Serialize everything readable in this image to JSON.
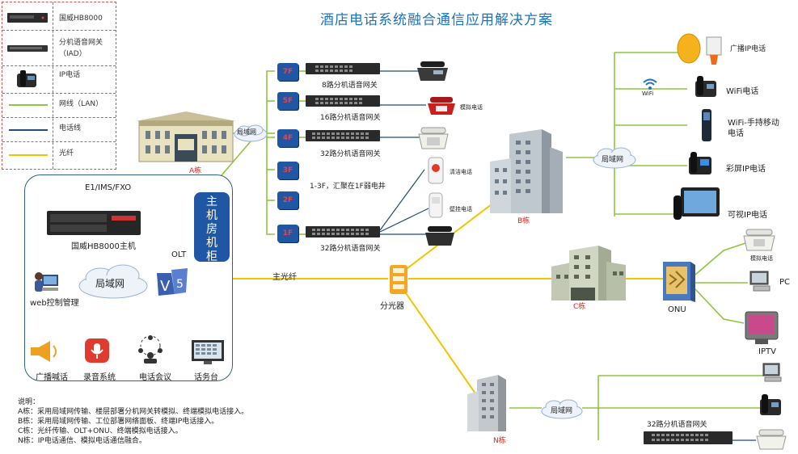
{
  "title": "酒店电话系统融合通信应用解决方案",
  "legend": {
    "items": [
      {
        "label": "国威HB8000",
        "icon": "pbx-device-icon"
      },
      {
        "label": "分机语音网关",
        "label2": "（IAD）",
        "icon": "gateway-device-icon"
      },
      {
        "label": "IP电话",
        "icon": "ip-phone-icon"
      },
      {
        "label": "网线（LAN）",
        "icon": "lan-line-icon",
        "color": "#8dc63f"
      },
      {
        "label": "电话线",
        "icon": "phone-line-icon",
        "color": "#1f4e79"
      },
      {
        "label": "光纤",
        "icon": "fiber-line-icon",
        "color": "#f5c400"
      }
    ]
  },
  "main_room": {
    "protocols": "E1/IMS/FXO",
    "title": "主机房机柜",
    "pbx_label": "国威HB8000主机",
    "lan_label": "局域网",
    "olt_label": "OLT",
    "web_label": "web控制管理",
    "apps": [
      "广播喊话",
      "录音系统",
      "电话会议",
      "话务台"
    ]
  },
  "building_a": {
    "label": "A栋",
    "lan_label": "局域网",
    "floors": [
      "7F",
      "5F",
      "4F",
      "3F",
      "2F",
      "1F"
    ],
    "gateways": [
      "8路分机语音网关",
      "16路分机语音网关",
      "32路分机语音网关",
      "32路分机语音网关"
    ],
    "phones": [
      "模拟电话",
      "清洁电话",
      "壁挂电话"
    ],
    "note_1_3": "1-3F，汇聚在1F弱电井"
  },
  "fiber_label": "主光纤",
  "splitter_label": "分光器",
  "building_b": {
    "label": "B栋",
    "lan_label": "局域网",
    "devices": [
      "广播IP电话",
      "WiFi电话",
      "WiFi-手持移动电话",
      "彩屏IP电话",
      "可视IP电话"
    ],
    "wifi_label": "WiFi"
  },
  "building_c": {
    "label": "C栋",
    "onu_label": "ONU",
    "devices": [
      "模拟电话",
      "PC",
      "IPTV"
    ]
  },
  "building_n": {
    "label": "N栋",
    "lan_label": "局域网",
    "gateway_label": "32路分机语音网关"
  },
  "notes": {
    "heading": "说明：",
    "lines": [
      "A栋：采用局域网传输、楼层部署分机网关转模拟、终端模拟电话接入。",
      "B栋：采用局域网传输、工位部署网络面板、终端IP电话接入。",
      "C栋：光纤传输、OLT+ONU、终端模拟电话接入。",
      "N栋：IP电话通信、模拟电话通信融合。"
    ]
  },
  "colors": {
    "lan": "#8dc63f",
    "phone": "#1f4e79",
    "fiber": "#f5c400",
    "title": "#1e72b8",
    "building_label": "#e0241a"
  }
}
